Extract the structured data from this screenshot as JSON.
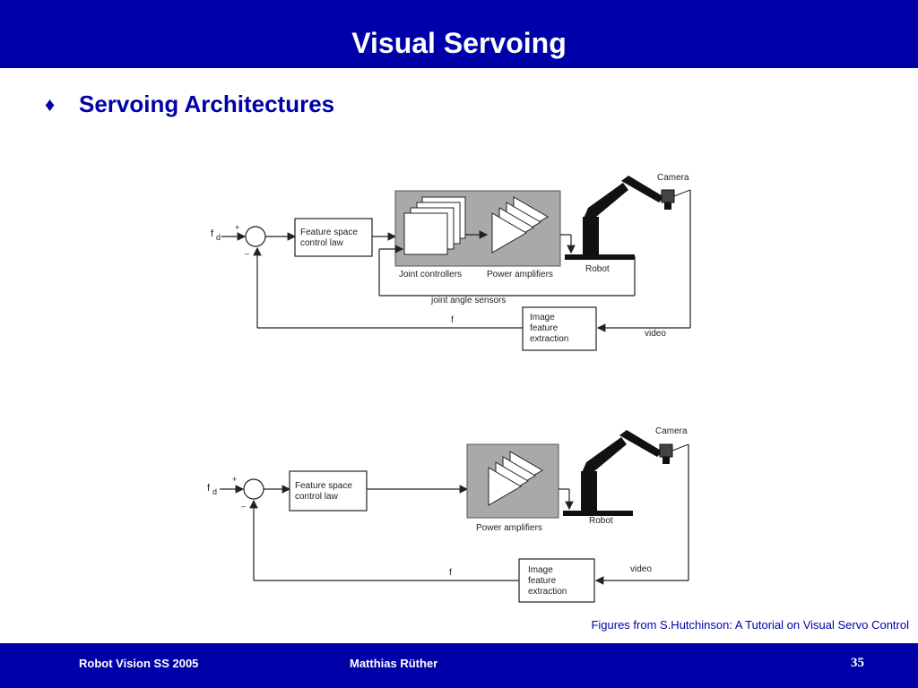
{
  "header": {
    "title": "Visual Servoing"
  },
  "section": {
    "bullet": "♦",
    "title": "Servoing Architectures"
  },
  "diagram_top": {
    "fd": "f",
    "fd_sub": "d",
    "plus": "+",
    "minus": "–",
    "control_law_line1": "Feature space",
    "control_law_line2": "control law",
    "joint_controllers": "Joint controllers",
    "power_amplifiers": "Power amplifiers",
    "robot": "Robot",
    "camera": "Camera",
    "joint_angle_sensors": "joint angle sensors",
    "f": "f",
    "image_line1": "Image",
    "image_line2": "feature",
    "image_line3": "extraction",
    "video": "video"
  },
  "diagram_bottom": {
    "fd": "f",
    "fd_sub": "d",
    "plus": "+",
    "minus": "–",
    "control_law_line1": "Feature space",
    "control_law_line2": "control law",
    "power_amplifiers": "Power amplifiers",
    "robot": "Robot",
    "camera": "Camera",
    "f": "f",
    "image_line1": "Image",
    "image_line2": "feature",
    "image_line3": "extraction",
    "video": "video"
  },
  "caption": "Figures from S.Hutchinson: A Tutorial on Visual Servo Control",
  "footer": {
    "course": "Robot Vision SS 2005",
    "author": "Matthias Rüther",
    "page": "35"
  }
}
